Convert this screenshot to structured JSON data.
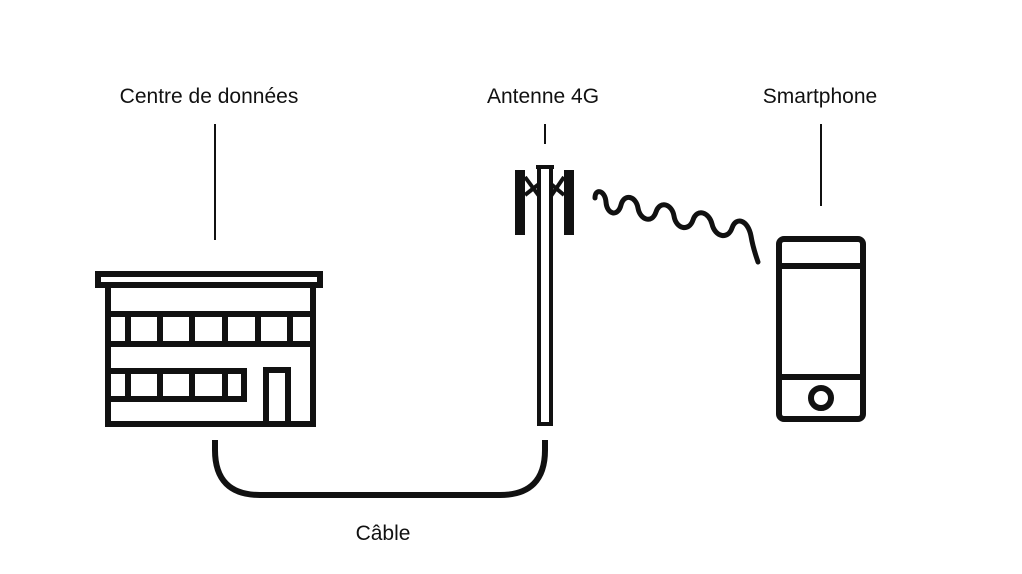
{
  "labels": {
    "datacenter": "Centre de données",
    "antenna": "Antenne 4G",
    "smartphone": "Smartphone",
    "cable": "Câble"
  },
  "icons": {
    "datacenter": "building-icon",
    "antenna": "cell-tower-icon",
    "signal": "wireless-signal-icon",
    "smartphone": "smartphone-icon"
  },
  "colors": {
    "stroke": "#111111",
    "background": "#ffffff"
  }
}
